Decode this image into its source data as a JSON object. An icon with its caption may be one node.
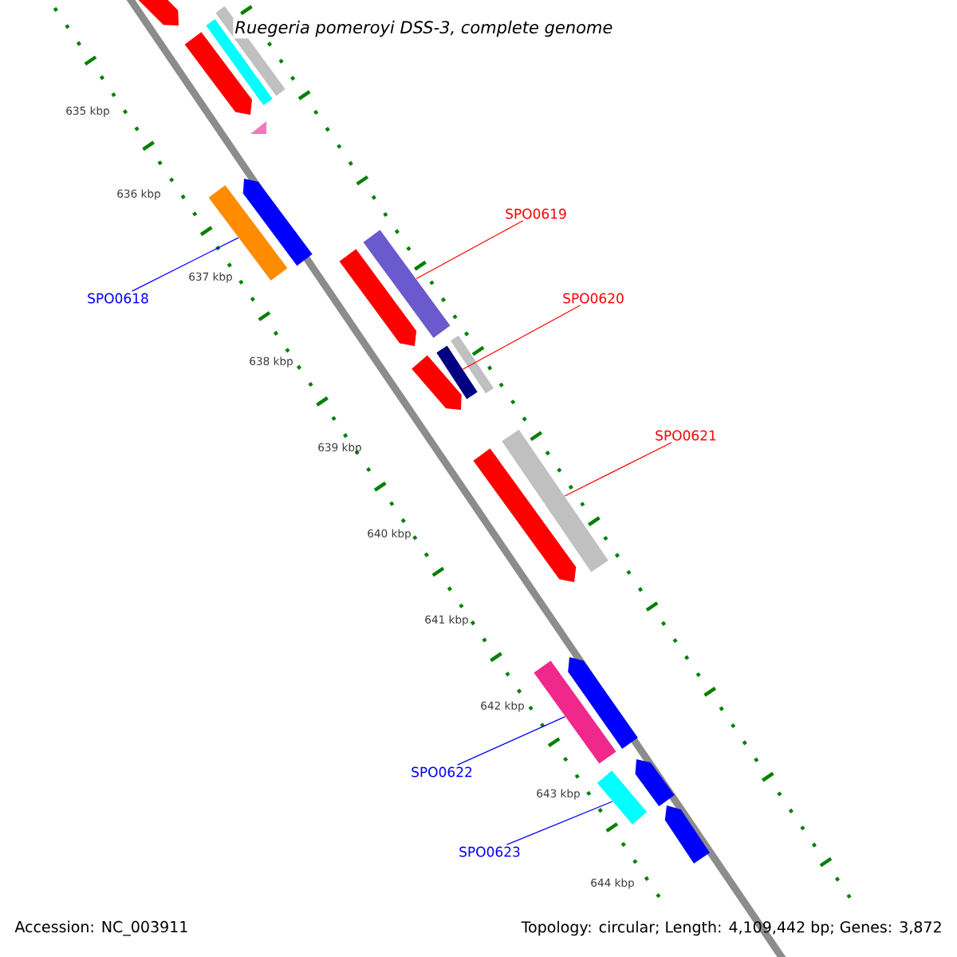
{
  "diagram": {
    "title": "Ruegeria pomeroyi DSS-3, complete genome",
    "nodes": [
      {
        "text": [
          "SPO0618"
        ]
      },
      {
        "text": [],
        "shape": "bar"
      },
      {
        "text": [
          "SPO0619"
        ]
      },
      {
        "text": [],
        "shape": "bar"
      },
      {
        "text": [
          "SPO0620"
        ]
      },
      {
        "text": [],
        "shape": "bar"
      },
      {
        "text": [
          "SPO0621"
        ]
      },
      {
        "text": [],
        "shape": "bar"
      },
      {
        "text": [
          "SPO0622"
        ]
      },
      {
        "text": [],
        "shape": "bar"
      },
      {
        "text": [
          "SPO0623"
        ]
      },
      {
        "text": [],
        "shape": "bar"
      },
      {
        "text": [],
        "shape": "bar"
      },
      {
        "text": [],
        "shape": "bar"
      },
      {
        "text": [],
        "shape": "bar"
      },
      {
        "text": [],
        "shape": "bar"
      },
      {
        "text": [],
        "shape": "triangle"
      },
      {
        "text": [],
        "shape": "bar"
      },
      {
        "text": [],
        "shape": "bar"
      },
      {
        "text": [],
        "shape": "bar"
      },
      {
        "text": [],
        "shape": "bar"
      },
      {
        "text": [],
        "shape": "bar"
      },
      {
        "text": [],
        "shape": "bar"
      },
      {
        "text": [],
        "shape": "bar"
      },
      {
        "text": [],
        "shape": "bar"
      }
    ],
    "edges": [
      {
        "from": 0,
        "to": 1,
        "arrow": "none",
        "color": "#0000ff"
      },
      {
        "from": 2,
        "to": 3,
        "arrow": "none",
        "color": "#ff0000"
      },
      {
        "from": 4,
        "to": 5,
        "arrow": "none",
        "color": "#ff0000"
      },
      {
        "from": 6,
        "to": 7,
        "arrow": "none",
        "color": "#ff0000"
      },
      {
        "from": 8,
        "to": 9,
        "arrow": "none",
        "color": "#0000ff"
      },
      {
        "from": 10,
        "to": 11,
        "arrow": "none",
        "color": "#0000ff"
      }
    ],
    "labels": [
      "635 kbp",
      "636 kbp",
      "637 kbp",
      "638 kbp",
      "639 kbp",
      "640 kbp",
      "641 kbp",
      "642 kbp",
      "643 kbp",
      "644 kbp",
      "Accession: NC_003911",
      "Topology: circular; Length: 4,109,442 bp; Genes: 3,872"
    ]
  }
}
